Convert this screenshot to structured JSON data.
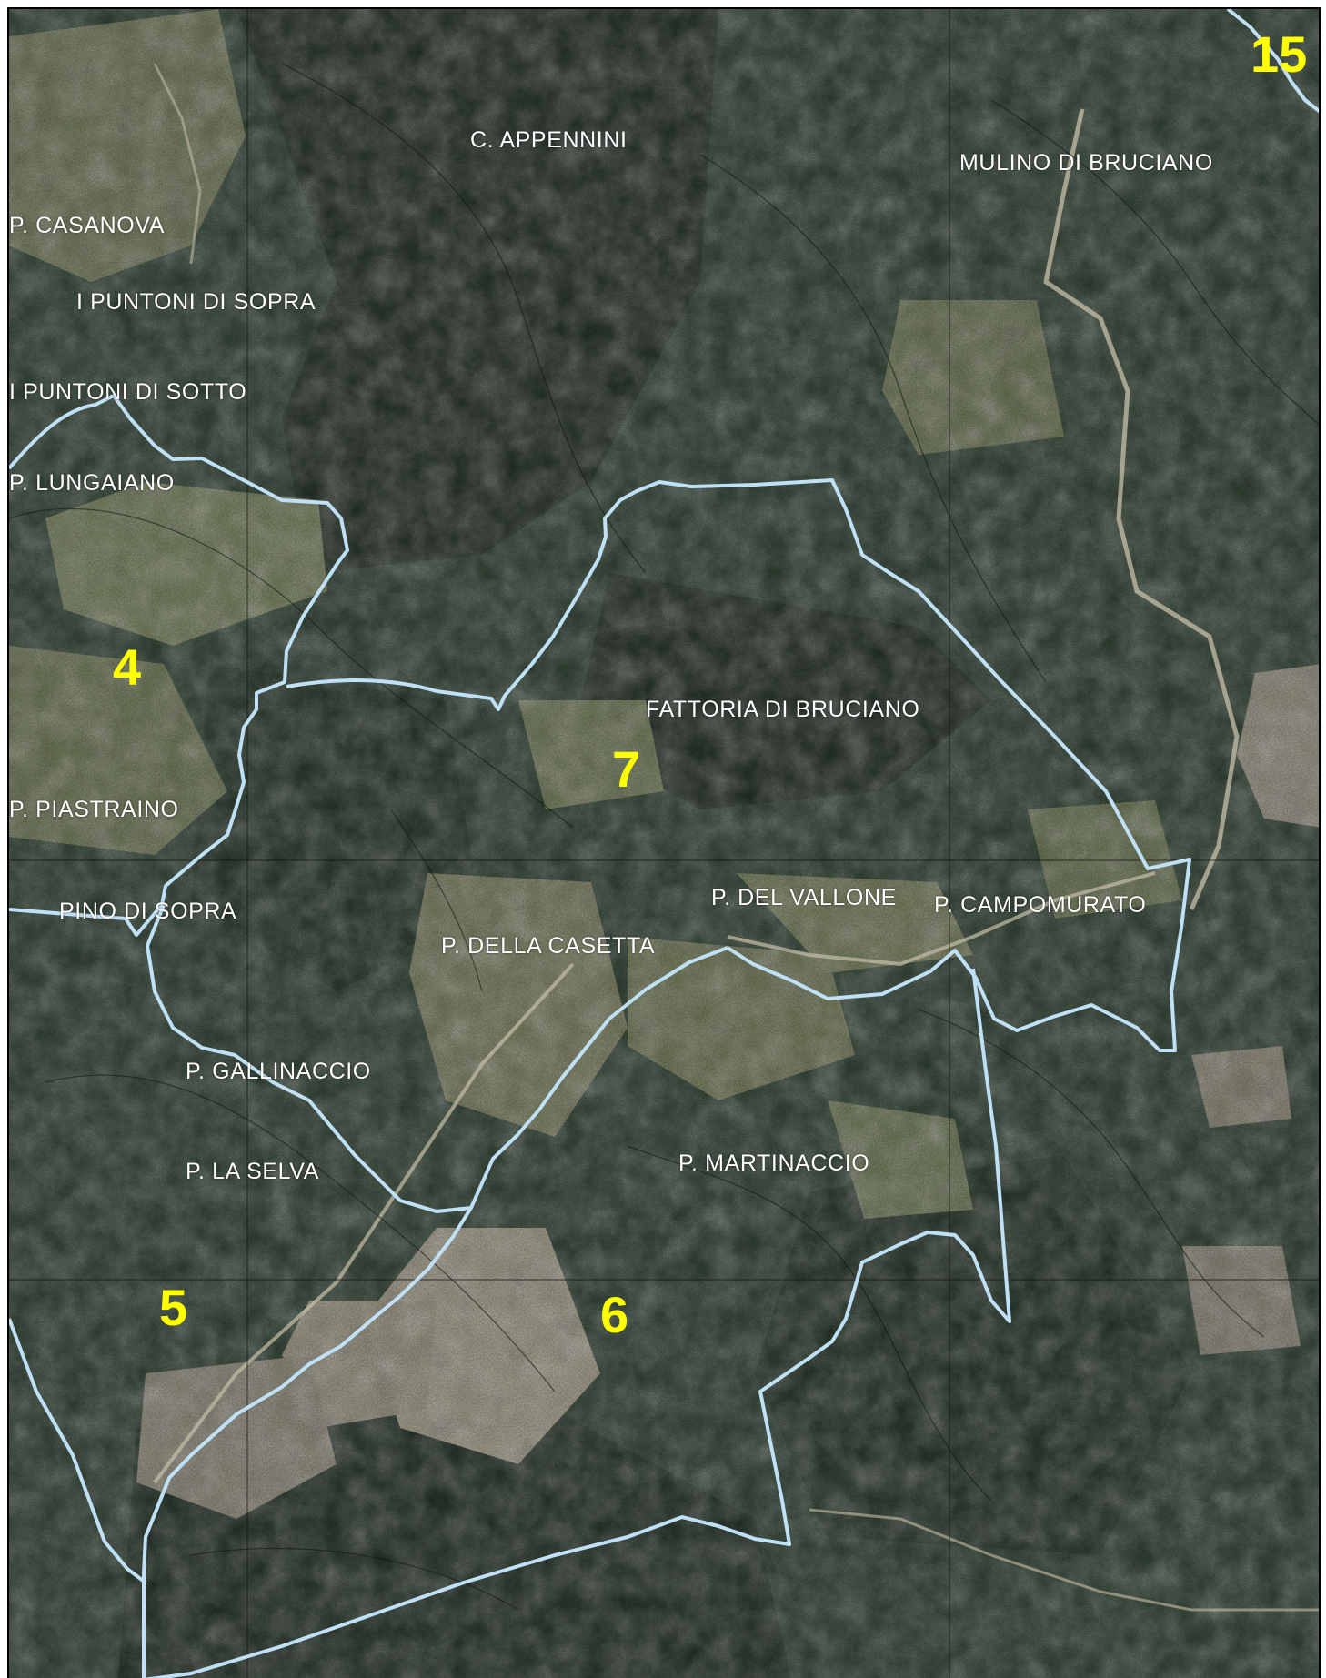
{
  "colors": {
    "boundary": "#bfe0f5",
    "zone_label": "#ffff00",
    "place_label": "#ffffff",
    "forest_dark": "#1e2b20",
    "forest": "#2f4332",
    "field": "#7a8060",
    "cleared": "#a29c88",
    "road": "#c9c2ae",
    "grid": "#111111",
    "contour": "#0e150f"
  },
  "zones": [
    {
      "id": "4",
      "label": "4"
    },
    {
      "id": "5",
      "label": "5"
    },
    {
      "id": "6",
      "label": "6"
    },
    {
      "id": "7",
      "label": "7"
    },
    {
      "id": "15",
      "label": "15"
    }
  ],
  "places": [
    {
      "id": "c-appennini",
      "label": "C. APPENNINI"
    },
    {
      "id": "mulino-di-bruciano",
      "label": "MULINO DI BRUCIANO"
    },
    {
      "id": "p-casanova",
      "label": "P. CASANOVA"
    },
    {
      "id": "i-puntoni-di-sopra",
      "label": "I PUNTONI DI SOPRA"
    },
    {
      "id": "i-puntoni-di-sotto",
      "label": "I PUNTONI DI SOTTO"
    },
    {
      "id": "p-lungaiano",
      "label": "P. LUNGAIANO"
    },
    {
      "id": "fattoria-di-bruciano",
      "label": "FATTORIA DI BRUCIANO"
    },
    {
      "id": "p-piastraino",
      "label": "P. PIASTRAINO"
    },
    {
      "id": "pino-di-sopra",
      "label": "PINO DI SOPRA"
    },
    {
      "id": "p-del-vallone",
      "label": "P. DEL VALLONE"
    },
    {
      "id": "p-campomurato",
      "label": "P. CAMPOMURATO"
    },
    {
      "id": "p-della-casetta",
      "label": "P. DELLA CASETTA"
    },
    {
      "id": "p-gallinaccio",
      "label": "P. GALLINACCIO"
    },
    {
      "id": "p-la-selva",
      "label": "P. LA SELVA"
    },
    {
      "id": "p-martinaccio",
      "label": "P. MARTINACCIO"
    }
  ]
}
